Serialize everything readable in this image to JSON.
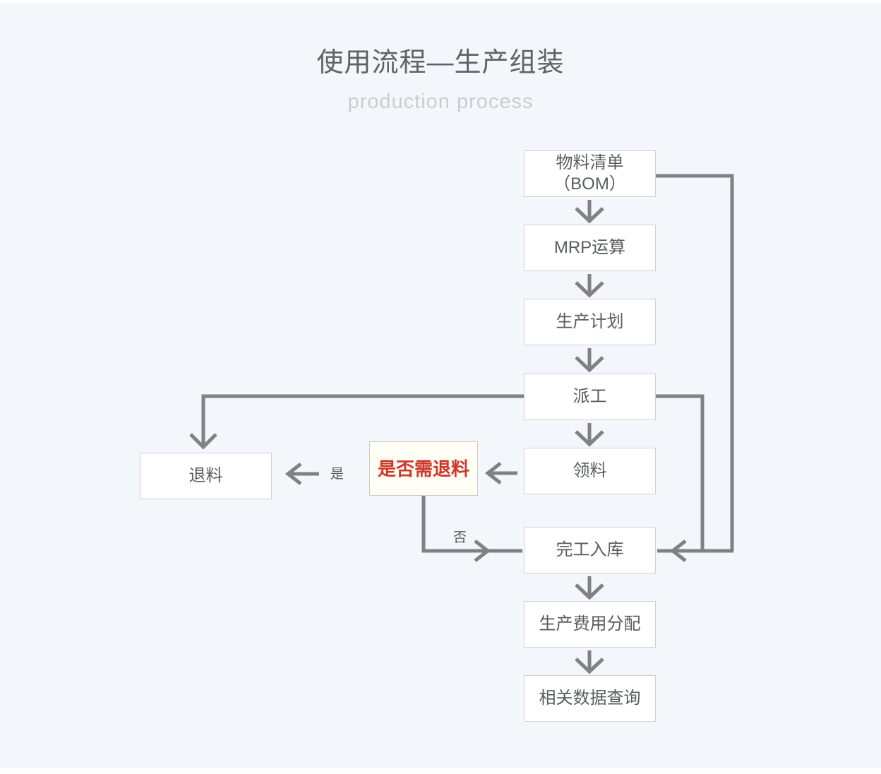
{
  "page": {
    "title": "使用流程—生产组装",
    "subtitle": "production process"
  },
  "flowchart": {
    "nodes": {
      "bom": {
        "label": "物料清单\n（BOM）"
      },
      "mrp": {
        "label": "MRP运算"
      },
      "plan": {
        "label": "生产计划"
      },
      "dispatch": {
        "label": "派工"
      },
      "pick": {
        "label": "领料"
      },
      "decision": {
        "label": "是否需退料"
      },
      "return": {
        "label": "退料"
      },
      "finish": {
        "label": "完工入库"
      },
      "cost": {
        "label": "生产费用分配"
      },
      "query": {
        "label": "相关数据查询"
      }
    },
    "edge_labels": {
      "yes": "是",
      "no": "否"
    },
    "colors": {
      "background": "#F3F6FA",
      "connector_gray": "#7F8184",
      "box_background": "#FFFFFF",
      "box_border": "#CDD1D5",
      "box_text": "#595C5F",
      "decision_background": "#FFFEF4",
      "decision_border": "#CBCBC4",
      "decision_text_red": "#CE372A",
      "title_gray": "#606265",
      "subtitle_gray": "#C9CED5"
    }
  }
}
